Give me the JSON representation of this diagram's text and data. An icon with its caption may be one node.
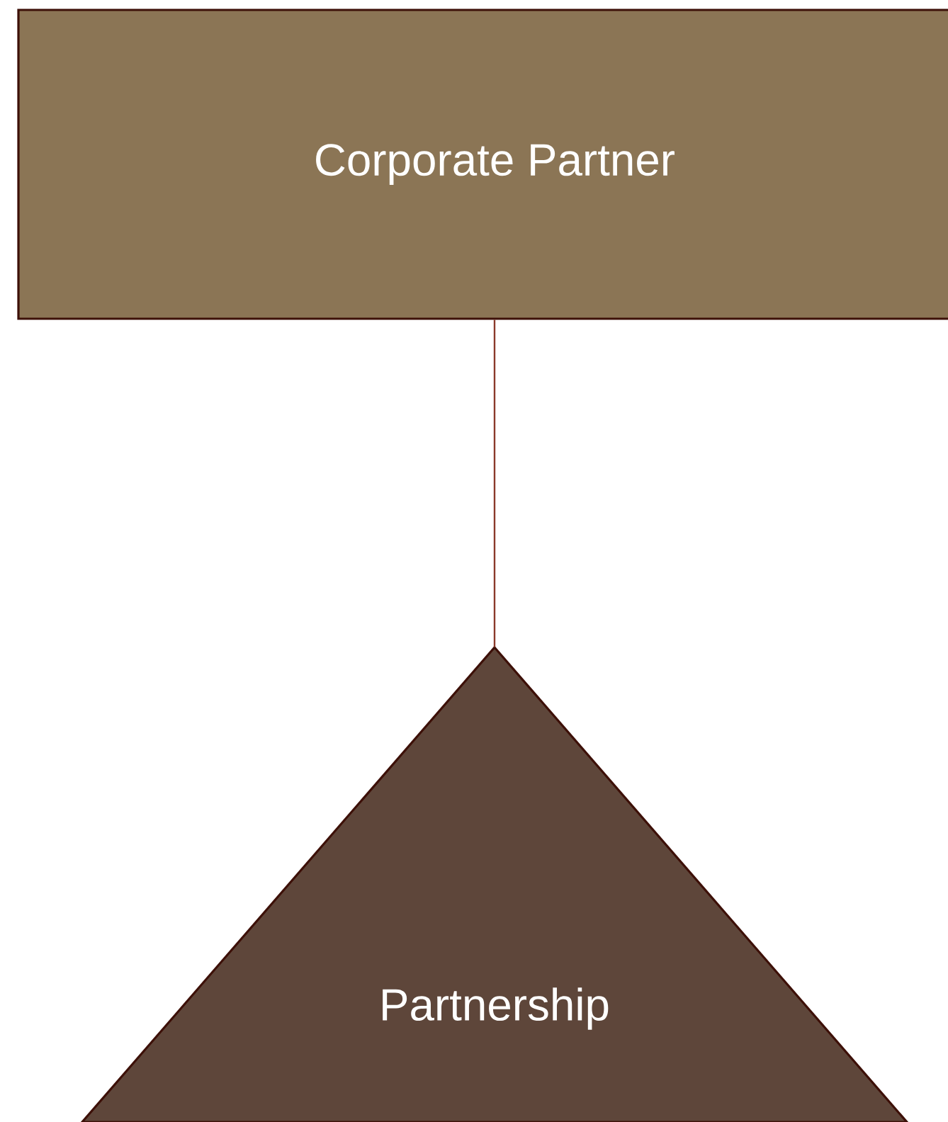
{
  "diagram": {
    "nodes": [
      {
        "text": [
          "Corporate Partner"
        ]
      },
      {
        "text": [
          "Partnership"
        ]
      }
    ],
    "edges": [
      {
        "from": 0,
        "to": 1,
        "arrow": "none"
      }
    ]
  }
}
